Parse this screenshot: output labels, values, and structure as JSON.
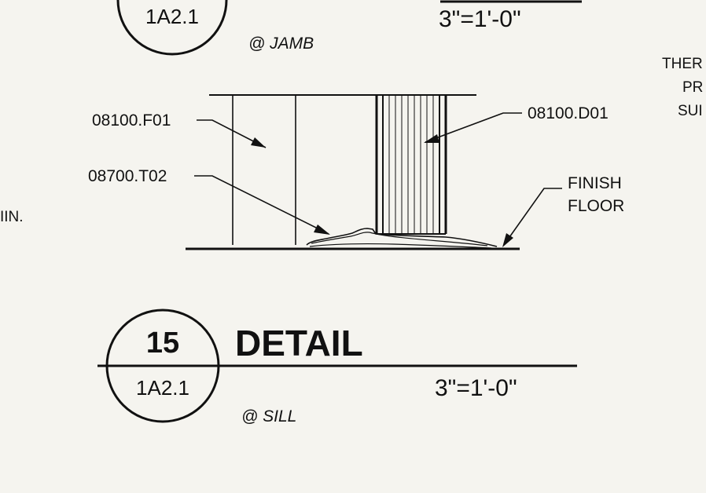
{
  "top_detail": {
    "sheet_ref": "1A2.1",
    "scale": "3\"=1'-0\"",
    "location": "@ JAMB"
  },
  "main_detail": {
    "labels": {
      "frame": "08100.F01",
      "threshold": "08700.T02",
      "door": "08100.D01",
      "finish_floor_line1": "FINISH",
      "finish_floor_line2": "FLOOR"
    }
  },
  "bottom_detail": {
    "number": "15",
    "title": "DETAIL",
    "sheet_ref": "1A2.1",
    "scale": "3\"=1'-0\"",
    "location": "@ SILL"
  },
  "edge_text": {
    "left": "IIN.",
    "right_line1": "THER",
    "right_line2": "PR",
    "right_line3": "SUI"
  }
}
